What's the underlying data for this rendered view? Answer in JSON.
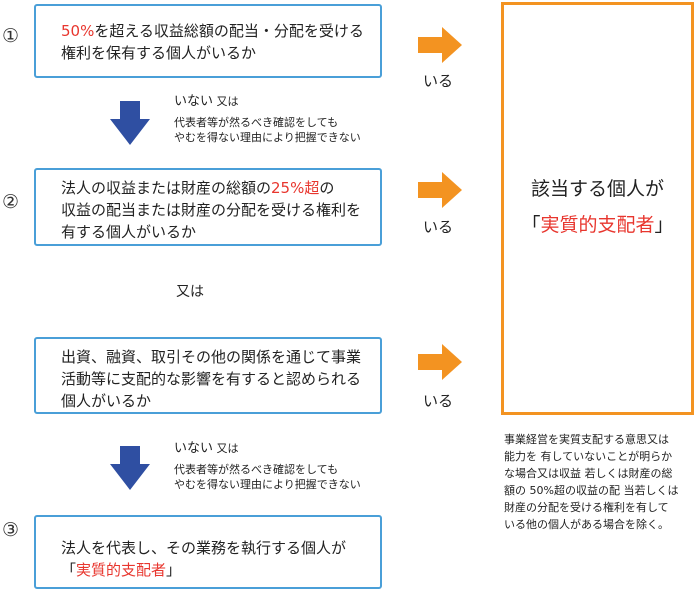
{
  "colors": {
    "box_border": "#4a9fd8",
    "highlight": "#e8362e",
    "arrow_orange": "#f39321",
    "arrow_blue": "#2f4fa2"
  },
  "steps": {
    "s1": {
      "number": "①",
      "pct": "50%",
      "rest_line1": "を超える収益総額の配当・分配を受ける",
      "line2": "権利を保有する個人がいるか"
    },
    "s2": {
      "number": "②",
      "line1_pre": "法人の収益または財産の総額の",
      "pct": "25%超",
      "line1_post": "の",
      "line2": "収益の配当または財産の分配を受ける権利を",
      "line3": "有する個人がいるか"
    },
    "s2b": {
      "line1": "出資、融資、取引その他の関係を通じて事業",
      "line2": "活動等に支配的な影響を有すると認められる",
      "line3": "個人がいるか"
    },
    "s3": {
      "number": "③",
      "line1": "法人を代表し、その業務を執行する個人が",
      "quote_open": "「",
      "highlight": "実質的支配者",
      "quote_close": "」"
    }
  },
  "or_label": "又は",
  "iru": "いる",
  "nai": {
    "first": {
      "main": "いない",
      "or": "又は",
      "line1": "代表者等が然るべき確認をしても",
      "line2": "やむを得ない理由により把握できない"
    },
    "second": {
      "main": "いない",
      "or": "又は",
      "line1": "代表者等が然るべき確認をしても",
      "line2": "やむを得ない理由により把握できない"
    }
  },
  "result": {
    "line1": "該当する個人が",
    "quote_open": "「",
    "highlight": "実質的支配者",
    "quote_close": "」"
  },
  "note": {
    "line1": "事業経営を実質支配する意思又は",
    "line2": "能力を 有していないことが明らか",
    "line3": "な場合又は収益 若しくは財産の総",
    "line4": "額の 50%超の収益の配 当若しくは",
    "line5": "財産の分配を受ける権利を有して",
    "line6": "いる他の個人がある場合を除く。"
  }
}
